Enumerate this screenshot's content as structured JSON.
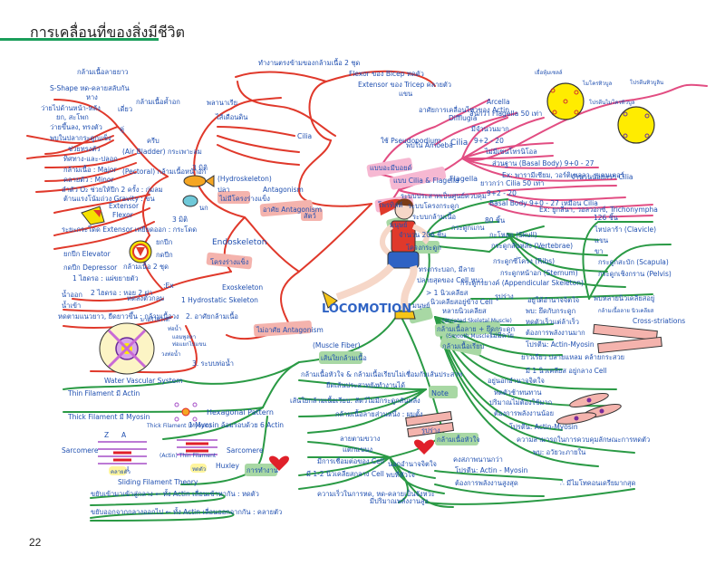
{
  "header": {
    "title": "การเคลื่อนที่ของสิ่งมีชีวิต",
    "accent_color": "#1a9e5a"
  },
  "page_number": "22",
  "center": {
    "title": "LOCOMOTION"
  },
  "branches": {
    "animal": {
      "label": "สัตว์",
      "antagonism": "Antagonism",
      "antagonism_type": "อาศัย Antagonism",
      "no_antagonism": "ไม่อาศัย Antagonism",
      "hydroskeleton": "(Hydroskeleton)",
      "no_skeleton": "ไม่มีโครงร่างแข็ง",
      "endoskeleton": "Endoskeleton",
      "skeleton_hard": "โครงร่างแข็ง",
      "exoskeleton": "Exoskeleton",
      "fish": "ปลา",
      "bird": "นก",
      "dim3a": "3 มิติ",
      "dim3b": "3 มิติ",
      "cilia": "Cilia",
      "flexor_bicep": "Flexor ของ Bicep หดตัว",
      "extensor_tricep": "Extensor ของ Tricep คลายตัว",
      "work_pair": "ทำงานตรงข้ามของกล้ามเนื้อ 2 ชุด",
      "arm": "แขน",
      "worm": "ไส้เดือนดิน",
      "jellyfish": "พลานาเรีย",
      "items_left": [
        "กล้ามเนื้อลายยาว",
        "S-Shape หด-คลายสลับกัน",
        "หาง",
        "ว่ายไปด้านหน้า-หลัง",
        "ยก, สะโพก",
        "ว่ายขึ้นลง, ทรงตัว",
        "พบในปลากระดูกแข็ง",
        "ช่วยทรงตัว",
        "ทิศทาง-และ-ปลอก",
        "กล้ามเนื้อค้ำอก",
        "กล้ามเนื้อ : Major",
        "คลายตัว : Minor",
        "ครีบ",
        "คู่",
        "เดี่ยว",
        "(Air Bladder) กระเพาะลม",
        "(Pectoral) กล้ามเนื้อหน้าอก",
        "ลำตัว O₂ ช่วยให้ปีก 2 ครั้ง : กุ่มลม"
      ],
      "insect": {
        "extensor": "Extensor",
        "flexor": "Flexor",
        "extensor_action": "ระยะกระโดด Extensor เหยียดออก : กระโดด",
        "elevator": "ยกปีก Elevator",
        "depressor": "กดปีก Depressor",
        "muscle_pair": "กล้ามเนื้อ 2 ชุด",
        "wing_up": "ยกปีก",
        "wing_down": "กดปีก",
        "gravity": "ต้านแรงโน้มถ่วง Gravity : ขน"
      },
      "hydrostatic": {
        "one": "1 Hydrostatic Skeleton",
        "two": "2. อาศัยกล้ามเนื้อ",
        "three": "3. ระบบท่อน้ำ",
        "ex": ":Ex",
        "contract1": "1 ไฮดรอ : แผ่ขยายตัว",
        "contract2": "2 ไฮดรอ : หอย 2 ฝา",
        "water_in": "น้ำออก",
        "water_out": "น้ำเข้า",
        "body_wall": "หดลงตัวกลม",
        "muscle_long": "หดตามแนวยาว, ยืดยาวขึ้น : กล้ามเนื้อวง",
        "water_vascular": "Water Vascular System",
        "tube_feet": "ท่อน้ำ",
        "ampulla": "แอมพูลลา",
        "madreporite": "มาดรีโพไรต์",
        "ring_canal": "วงท่อน้ำ",
        "radial": "ท่อแยกไปแขน"
      }
    },
    "protist": {
      "label": "โพรทิสต์",
      "amoeboid": "แบบอะมีบอยด์",
      "cilia_flagella": "แบบ Cilia & Flagella",
      "pseudopodium": "ใช้ Pseudopodium",
      "amoeba": "พบใน Amoeba",
      "actin": "อาศัยการเคลื่อนไหวของ Actin",
      "difflugia": "Difflugia",
      "arcella": "Arcella",
      "cilia": "Cilia",
      "flagella": "Flagella",
      "cilia_items": [
        "สั้นกว่า Flagella 50 เท่า",
        "มีจำนวนมาก",
        "9+2 - 20",
        "ไม่มีเซนโทรนิโอล",
        "ส่วนฐาน (Basal Body) 9+0 - 27",
        "Ex: พารามีเซียม, วอร์ติเซลลา, สเตนเตอร์"
      ],
      "flagella_items": [
        "ยาวกว่า Cilia 50 เท่า",
        "จำนวนน้อยกว่า Cilia",
        "9+2 - 20",
        "Basal Body 9+0 - 27 เหมือน Cilia",
        "Ex: ยูกลีนา, วอลวอกซ์, Trichonympha"
      ],
      "diagram_labels": {
        "microtubule": "ไมโครทิวบูล",
        "membrane": "เยื่อหุ้มเซลล์",
        "protein": "โปรตีนไมโครทิวบูล",
        "protein_dynein": "โปรตีนทิวบูลิน"
      }
    },
    "human": {
      "label": "มนุษย์",
      "nervous": "ระบบประสาทเป็นศูนย์ควบคุม",
      "skeletal": "ระบบโครงกระดูก",
      "muscle": "ระบบกล้ามเนื้อ",
      "bone_total": "จำนวน 206 ชิ้น",
      "skeleton_label": "โครงกระดูก",
      "axial": "กระดูกแกน",
      "axial_count": "80 ชิ้น",
      "axial_items": [
        "กะโหลก (Skull)",
        "กระดูกสันหลัง (Vertebrae)",
        "กระดูกซี่โครง (Ribs)",
        "กระดูกหน้าอก (Sternum)"
      ],
      "appendicular": "กระดูกรยางค์ (Appendicular Skeleton)",
      "appendicular_count": "126 ชิ้น",
      "appendicular_items": [
        "ไหปลาร้า (Clavicle)",
        "แขน",
        "ขา",
        "กระดูกสะบัก (Scapula)",
        "กระดูกเชิงกราน (Pelvis)"
      ],
      "skeletal_muscle": "กล้ามเนื้อลาย + ยึดกระดูก",
      "striated": "(Striated Skeletal Muscle)",
      "skeletal_items": [
        "หลายนิวเคลียส",
        "นิวเคลียสอยู่ข้าง Cell",
        "> 1 นิวเคลียส",
        "ทรงกระบอก, มีลาย",
        "ปลายสุดของ Cell หนา",
        "อยู่ใต้อำนาจจิตใจ",
        "พบ: ยึดกับกระดูก",
        "หดตัวเร็วแต่ล้าเร็ว",
        "ต้องการพลังงานมาก",
        "โปรตีน: Actin-Myosin"
      ],
      "shape": "รูปร่าง",
      "cross_striations": "Cross-striations",
      "many_nuclei": "กล้ามเนื้อลาย นิวเคลียส",
      "multi_nuclei": "พบหลายนิวเคลียสอยู่",
      "smooth": "(Smooth Muscle)",
      "smooth_label": "กล้ามเนื้อเรียบ",
      "no_striation": "ไม่มีลาย",
      "smooth_items": [
        "ยาวเรียว ปลายแหลม คล้ายกระสวย",
        "มี 1 นิวเคลียส อยู่กลาง Cell",
        "อยู่นอกอำนาจจิตใจ",
        "หดตัวช้าทนทาน",
        "ปริมาณไม่ต้องใช้มาก",
        "ต้องการพลังงานน้อย",
        "โปรตีน: Actin-Myosin",
        "ความสามารถในการควบคุมลักษณะการหดตัว",
        "พบ: อวัยวะภายใน"
      ],
      "cardiac": "กล้ามเนื้อหัวใจ",
      "cardiac_items": [
        "คงสภาพนานกว่า",
        "โปรตีน: Actin - Myosin",
        "ต้องการพลังงานสูงสุด",
        "∴ มีไมโทคอนเดรียมากสุด"
      ],
      "cardiac_shape": [
        "ลายตามขวาง",
        "แตกแขนง",
        "มีการเชื่อมต่อของ Cell",
        "มี 1-2 นิวเคลียสกลาง Cell",
        "นอกอำนาจจิตใจ",
        "พบที่หัวใจ",
        "ความเร็วในการหด, หด-คลายเป็นจังหวะ",
        "มีปริมาณพลังงานสูง"
      ],
      "muscle_fiber": "(Muscle Fiber)",
      "muscle_fiber_label": "เส้นใยกล้ามเนื้อ",
      "note": "Note",
      "note_items": [
        "กล้ามเนื้อหัวใจ & กล้ามเนื้อเรียบไม่เชื่อมกับเส้นประสาท",
        "ยืดเส้นประสาทยังทำงานได้",
        "เส้นใยกล้ามเนื้อเรียบ: สัตว์ไม่มีกระดูกสันหลัง",
        "กล้ามเนื้อลายส่วนหนึ่ง : ผมตั้ง"
      ],
      "filament": {
        "thin": "Thin Filament มี Actin",
        "thick": "Thick Filament มี Myosin",
        "hexagonal": "Hexagonal Pattern",
        "myosin_actin": "1 Myosin ล้อมรอบด้วย 6 Actin",
        "sarcomere1": "Sarcomere",
        "sarcomere2": "Sarcomere",
        "z": "Z",
        "a_band": "A",
        "i_band": "I",
        "thick_label": "Thick Filament (Myosin)",
        "thin_label": "(Actin) Thin Filament",
        "relaxed": "คลายตัว",
        "contracted": "หดตัว",
        "sliding": "Sliding Filament Theory",
        "huxley": "Huxley",
        "mechanism": "การทำงาน",
        "slide_in": "ขยับเข้ามาเข้าสู่กลาง ← ทั้ง Actin เลื่อนเข้าหากัน : หดตัว",
        "slide_out": "ขยับออกจากกลางออกไป ← ทั้ง Actin เลื่อนออกจากกัน : คลายตัว"
      }
    }
  }
}
